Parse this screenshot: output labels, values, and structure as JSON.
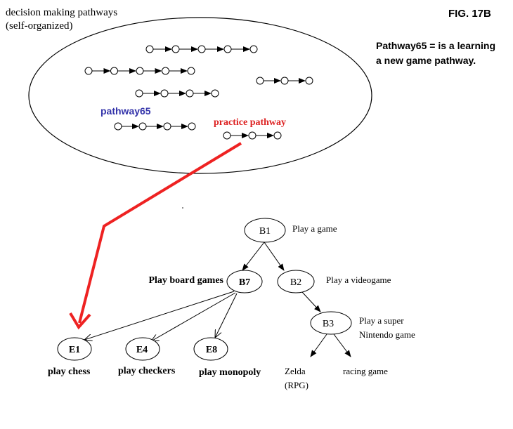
{
  "figure_label": "FIG. 17B",
  "memory_title_line1": "decision making pathways",
  "memory_title_line2": "(self-organized)",
  "note_line1": "Pathway65 = is a learning",
  "note_line2": "a new game pathway.",
  "pathway65_label": "pathway65",
  "practice_label": "practice pathway",
  "colors": {
    "pathway65": "#3333aa",
    "practice": "#dd2222",
    "arrow": "#ee2222",
    "line": "#000000"
  },
  "nodes": {
    "B1": {
      "id": "B1",
      "caption": "Play a game"
    },
    "B7": {
      "id": "B7",
      "caption": "Play board games"
    },
    "B2": {
      "id": "B2",
      "caption": "Play a videogame"
    },
    "B3": {
      "id": "B3",
      "caption_line1": "Play a super",
      "caption_line2": "Nintendo game"
    },
    "E1": {
      "id": "E1",
      "caption": "play chess"
    },
    "E4": {
      "id": "E4",
      "caption": "play checkers"
    },
    "E8": {
      "id": "E8",
      "caption": "play monopoly"
    }
  },
  "leaf_zelda_line1": "Zelda",
  "leaf_zelda_line2": "(RPG)",
  "leaf_racing": "racing game"
}
